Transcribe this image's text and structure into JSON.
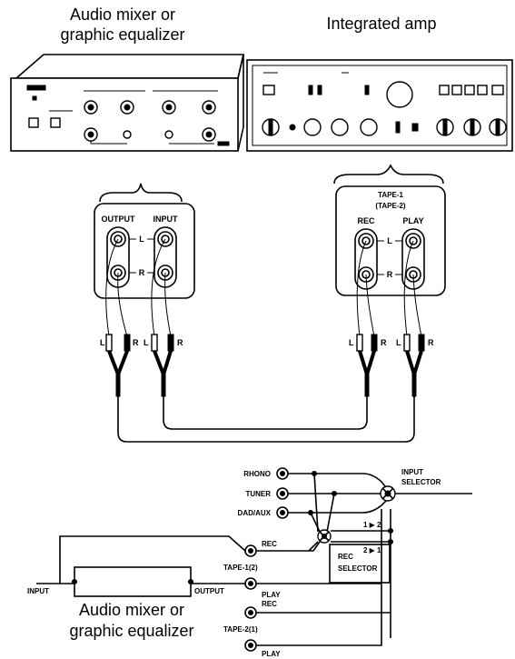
{
  "top": {
    "mixer_title_line1": "Audio mixer or",
    "mixer_title_line2": "graphic equalizer",
    "amp_title": "Integrated amp"
  },
  "left_panel": {
    "output_label": "OUTPUT",
    "input_label": "INPUT",
    "l_label": "L",
    "r_label": "R"
  },
  "right_panel": {
    "tape_label": "TAPE-1",
    "tape_sub_label": "(TAPE-2)",
    "rec_label": "REC",
    "play_label": "PLAY",
    "l_label": "L",
    "r_label": "R"
  },
  "plugs": {
    "l": "L",
    "r": "R"
  },
  "schematic": {
    "phono": "RHONO",
    "tuner": "TUNER",
    "dad_aux": "DAD/AUX",
    "input_selector_line1": "INPUT",
    "input_selector_line2": "SELECTOR",
    "path_1_2": "1 ▶ 2",
    "path_2_1": "2 ▶ 1",
    "rec_selector_line1": "REC",
    "rec_selector_line2": "SELECTOR",
    "tape1_rec": "REC",
    "tape1_label": "TAPE-1(2)",
    "tape1_play": "PLAY",
    "tape2_rec": "REC",
    "tape2_label": "TAPE-2(1)",
    "tape2_play": "PLAY",
    "input_label": "INPUT",
    "output_label": "OUTPUT",
    "mixer_line1": "Audio mixer or",
    "mixer_line2": "graphic equalizer"
  }
}
